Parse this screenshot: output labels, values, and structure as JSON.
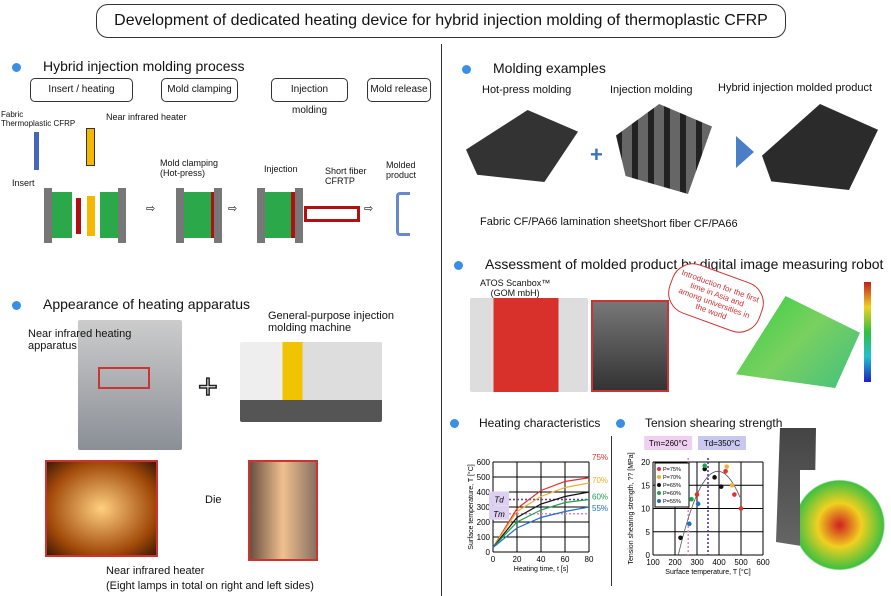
{
  "title": "Development of dedicated heating device for hybrid injection molding of thermoplastic CFRP",
  "process": {
    "heading": "Hybrid injection molding process",
    "steps": [
      "Insert / heating",
      "Mold clamping",
      "Injection molding",
      "Mold release"
    ],
    "labels": {
      "fabric": "Fabric\nThermoplastic CFRP",
      "heater": "Near infrared heater",
      "insert": "Insert",
      "clamping": "Mold clamping\n(Hot-press)",
      "injection": "Injection",
      "short_fiber": "Short fiber\nCFRTP",
      "molded": "Molded\nproduct"
    }
  },
  "apparatus": {
    "heading": "Appearance of heating apparatus",
    "heating_apparatus": "Near infrared heating\napparatus",
    "machine": "General-purpose injection\nmolding machine",
    "die": "Die",
    "heater": "Near infrared heater",
    "heater_note": "(Eight lamps in total on right and left sides)"
  },
  "examples": {
    "heading": "Molding examples",
    "hot_press": "Hot-press molding",
    "injection": "Injection molding",
    "hybrid": "Hybrid injection molded product",
    "fabric": "Fabric CF/PA66 lamination sheet",
    "short_fiber": "Short fiber CF/PA66"
  },
  "assessment": {
    "heading": "Assessment of molded product by digital image measuring robot",
    "scanbox": "ATOS Scanbox™\n(GOM mbH)",
    "callout": "Introduction for the first time in Asia and among universities in the world"
  },
  "colors": {
    "accent": "#3a8ee6",
    "mold_green": "#2aa84a",
    "plate_gray": "#777777",
    "heater_yellow": "#f5b800",
    "fabric_blue": "#4466bb",
    "red": "#cc2222"
  },
  "chart_data": [
    {
      "type": "line",
      "title": "Heating characteristics",
      "xlabel": "Heating time, t [s]",
      "ylabel": "Surface temperature, T [°C]",
      "xlim": [
        0,
        80
      ],
      "ylim": [
        0,
        600
      ],
      "xticks": [
        0,
        20,
        40,
        60,
        80
      ],
      "yticks": [
        0,
        100,
        200,
        300,
        400,
        500,
        600
      ],
      "grid": true,
      "x": [
        0,
        20,
        40,
        60,
        80
      ],
      "series": [
        {
          "name": "75%",
          "color": "#e03030",
          "values": [
            30,
            290,
            410,
            470,
            495
          ]
        },
        {
          "name": "70%",
          "color": "#f0b030",
          "values": [
            30,
            270,
            370,
            430,
            460
          ]
        },
        {
          "name": "",
          "color": "#111111",
          "values": [
            30,
            230,
            320,
            370,
            400
          ]
        },
        {
          "name": "60%",
          "color": "#20a050",
          "values": [
            30,
            200,
            280,
            330,
            350
          ]
        },
        {
          "name": "55%",
          "color": "#2070c0",
          "values": [
            30,
            160,
            230,
            270,
            300
          ]
        }
      ],
      "hlines": [
        {
          "label": "Td",
          "value": 350,
          "color": "#6a3aa0"
        },
        {
          "label": "Tm",
          "value": 255,
          "color": "#f080c0"
        }
      ]
    },
    {
      "type": "scatter",
      "title": "Tension shearing strength",
      "xlabel": "Surface temperature, T [°C]",
      "ylabel": "Tension shearing strength, ?? [MPa]",
      "xlim": [
        100,
        600
      ],
      "ylim": [
        0,
        20
      ],
      "xticks": [
        100,
        200,
        300,
        400,
        500,
        600
      ],
      "yticks": [
        0,
        5,
        10,
        15,
        20
      ],
      "grid": true,
      "legend": "top-left",
      "vlines": [
        {
          "label": "Tm=260°C",
          "value": 260,
          "color": "#f080c0"
        },
        {
          "label": "Td=350°C",
          "value": 350,
          "color": "#4a2a90"
        }
      ],
      "series": [
        {
          "name": "P=75%",
          "color": "#e03030",
          "points": [
            [
              300,
              13
            ],
            [
              430,
              18
            ],
            [
              470,
              13
            ],
            [
              500,
              10
            ]
          ]
        },
        {
          "name": "P=70%",
          "color": "#f0b030",
          "points": [
            [
              435,
              19
            ],
            [
              460,
              15
            ]
          ]
        },
        {
          "name": "P=65%",
          "color": "#111111",
          "points": [
            [
              225,
              3.7
            ],
            [
              335,
              18.5
            ],
            [
              380,
              16.7
            ],
            [
              410,
              14.7
            ]
          ]
        },
        {
          "name": "P=60%",
          "color": "#20a050",
          "points": [
            [
              275,
              12
            ],
            [
              335,
              19.2
            ]
          ]
        },
        {
          "name": "P=55%",
          "color": "#2070c0",
          "points": [
            [
              265,
              6.7
            ],
            [
              305,
              11
            ]
          ]
        }
      ]
    }
  ]
}
